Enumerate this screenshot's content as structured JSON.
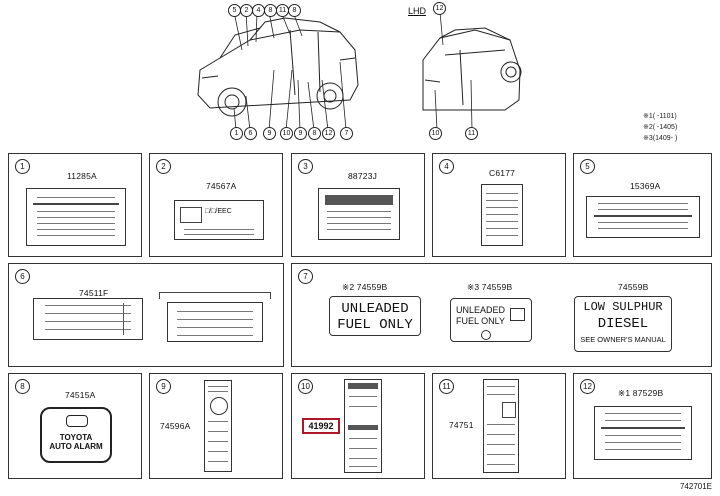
{
  "header": {
    "lhd_label": "LHD",
    "car_left_callouts_top": [
      "5",
      "2",
      "4",
      "8",
      "11",
      "8"
    ],
    "car_left_callouts_bottom": [
      "1",
      "6",
      "9",
      "10",
      "9",
      "8",
      "12",
      "7"
    ],
    "car_right_callout_top": "12",
    "car_right_callouts_bottom": [
      "10",
      "11"
    ],
    "date_notes": [
      "※1(   -1101)",
      "※2(   -1405)",
      "※3(1409-   )"
    ]
  },
  "panels": [
    {
      "num": "1",
      "parts": [
        "11285A"
      ]
    },
    {
      "num": "2",
      "parts": [
        "74567A"
      ],
      "label_text": "□/□/EEC"
    },
    {
      "num": "3",
      "parts": [
        "88723J"
      ]
    },
    {
      "num": "4",
      "parts": [
        "C6177"
      ]
    },
    {
      "num": "5",
      "parts": [
        "15369A"
      ]
    },
    {
      "num": "6",
      "parts": [
        "74511F"
      ]
    },
    {
      "num": "7",
      "parts": [
        "※2 74559B",
        "※3 74559B",
        "74559B"
      ],
      "label_a": [
        "UNLEADED",
        "FUEL ONLY"
      ],
      "label_b": [
        "UNLEADED",
        "FUEL ONLY"
      ],
      "label_c": [
        "LOW SULPHUR",
        "DIESEL",
        "SEE OWNER'S MANUAL"
      ]
    },
    {
      "num": "8",
      "parts": [
        "74515A"
      ],
      "label_text": [
        "TOYOTA",
        "AUTO ALARM"
      ]
    },
    {
      "num": "9",
      "parts": [
        "74596A"
      ]
    },
    {
      "num": "10",
      "parts": [
        "41992"
      ]
    },
    {
      "num": "11",
      "parts": [
        "74751"
      ]
    },
    {
      "num": "12",
      "parts": [
        "※1 87529B"
      ]
    }
  ],
  "footer": {
    "code": "742701E"
  },
  "colors": {
    "line": "#333333",
    "highlight": "#b0182a"
  }
}
